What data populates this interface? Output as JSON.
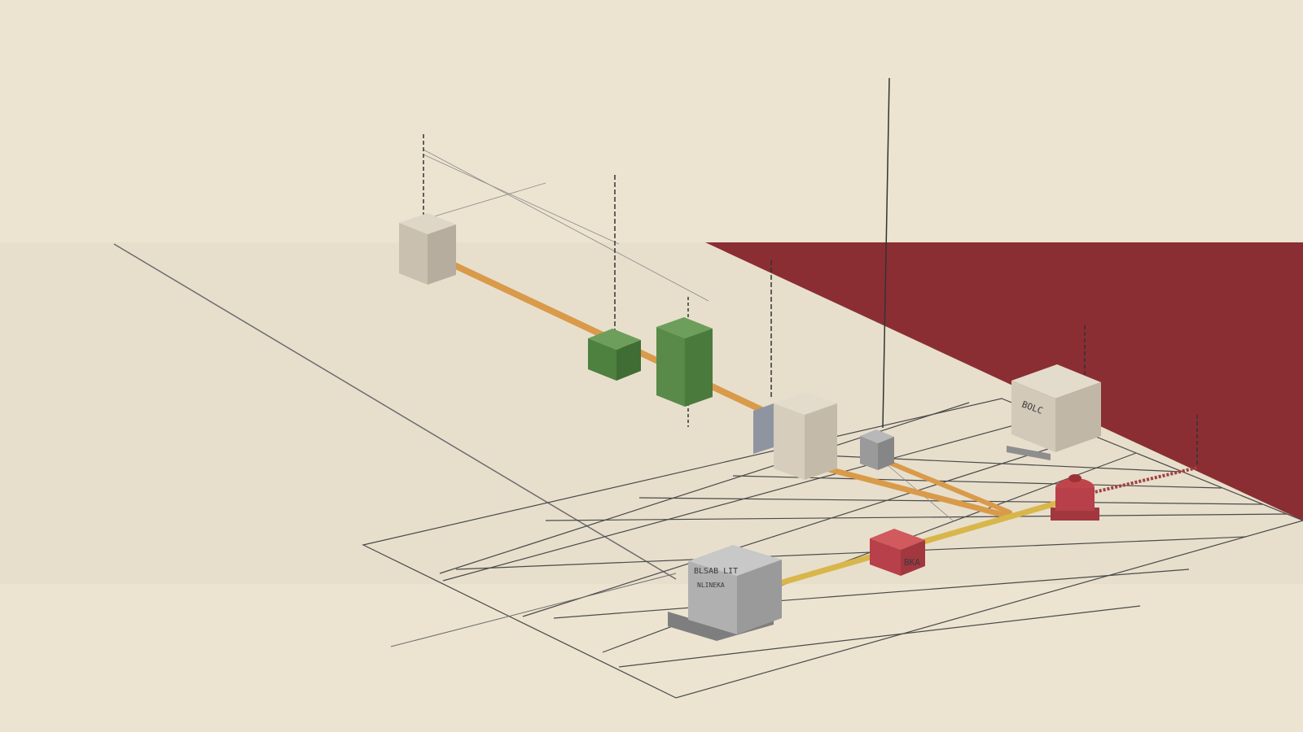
{
  "scene": {
    "colors": {
      "backdrop": "#ece4d0",
      "floor": "#e3dac6",
      "red_wall": "#8a2e33",
      "grid_line": "#4a4a4a",
      "pipe": "#d99a4a",
      "pipe_yellow": "#d8b64a",
      "block_beige": "#cfc6b6",
      "block_green": "#5a8a4a",
      "block_grey": "#a9a9a9",
      "block_red": "#c0454a"
    },
    "blocks": [
      {
        "name": "beige-block-rear",
        "color": "beige",
        "label": ""
      },
      {
        "name": "green-block-small",
        "color": "green",
        "label": ""
      },
      {
        "name": "green-block-tall",
        "color": "green",
        "label": ""
      },
      {
        "name": "beige-block-center",
        "color": "beige",
        "label": ""
      },
      {
        "name": "grey-block-small",
        "color": "grey",
        "label": ""
      },
      {
        "name": "beige-block-right",
        "color": "beige",
        "label": "BOLC"
      },
      {
        "name": "red-block-front",
        "color": "red",
        "label": "BKA"
      },
      {
        "name": "red-valve",
        "color": "red",
        "label": ""
      },
      {
        "name": "grey-block-front",
        "color": "grey",
        "label": "BLSAB LIT"
      }
    ],
    "labels": {
      "grey_front_line1": "BLSAB LIT",
      "grey_front_line2": "NLINEKA",
      "beige_right_line1": "BOLC",
      "red_front": "BKA"
    },
    "icons": [
      "antenna-icon",
      "pipe-icon"
    ]
  }
}
